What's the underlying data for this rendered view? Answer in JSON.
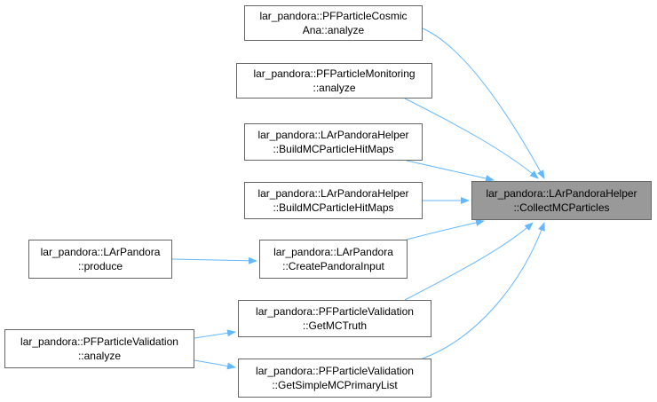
{
  "colors": {
    "edge": "#63b8ff",
    "focus_fill": "#999999",
    "node_border": "#666666"
  },
  "nodes": {
    "collect": {
      "line1": "lar_pandora::LArPandoraHelper",
      "line2": "::CollectMCParticles"
    },
    "cosmic": {
      "line1": "lar_pandora::PFParticleCosmic",
      "line2": "Ana::analyze"
    },
    "monitoring": {
      "line1": "lar_pandora::PFParticleMonitoring",
      "line2": "::analyze"
    },
    "buildmaps1": {
      "line1": "lar_pandora::LArPandoraHelper",
      "line2": "::BuildMCParticleHitMaps"
    },
    "buildmaps2": {
      "line1": "lar_pandora::LArPandoraHelper",
      "line2": "::BuildMCParticleHitMaps"
    },
    "createinput": {
      "line1": "lar_pandora::LArPandora",
      "line2": "::CreatePandoraInput"
    },
    "produce": {
      "line1": "lar_pandora::LArPandora",
      "line2": "::produce"
    },
    "getmctruth": {
      "line1": "lar_pandora::PFParticleValidation",
      "line2": "::GetMCTruth"
    },
    "valanalyze": {
      "line1": "lar_pandora::PFParticleValidation",
      "line2": "::analyze"
    },
    "getsimple": {
      "line1": "lar_pandora::PFParticleValidation",
      "line2": "::GetSimpleMCPrimaryList"
    }
  },
  "edges": [
    {
      "from": "cosmic",
      "to": "collect"
    },
    {
      "from": "monitoring",
      "to": "collect"
    },
    {
      "from": "buildmaps1",
      "to": "collect"
    },
    {
      "from": "buildmaps2",
      "to": "collect"
    },
    {
      "from": "createinput",
      "to": "collect"
    },
    {
      "from": "getmctruth",
      "to": "collect"
    },
    {
      "from": "getsimple",
      "to": "collect"
    },
    {
      "from": "produce",
      "to": "createinput"
    },
    {
      "from": "valanalyze",
      "to": "getmctruth"
    },
    {
      "from": "valanalyze",
      "to": "getsimple"
    }
  ]
}
